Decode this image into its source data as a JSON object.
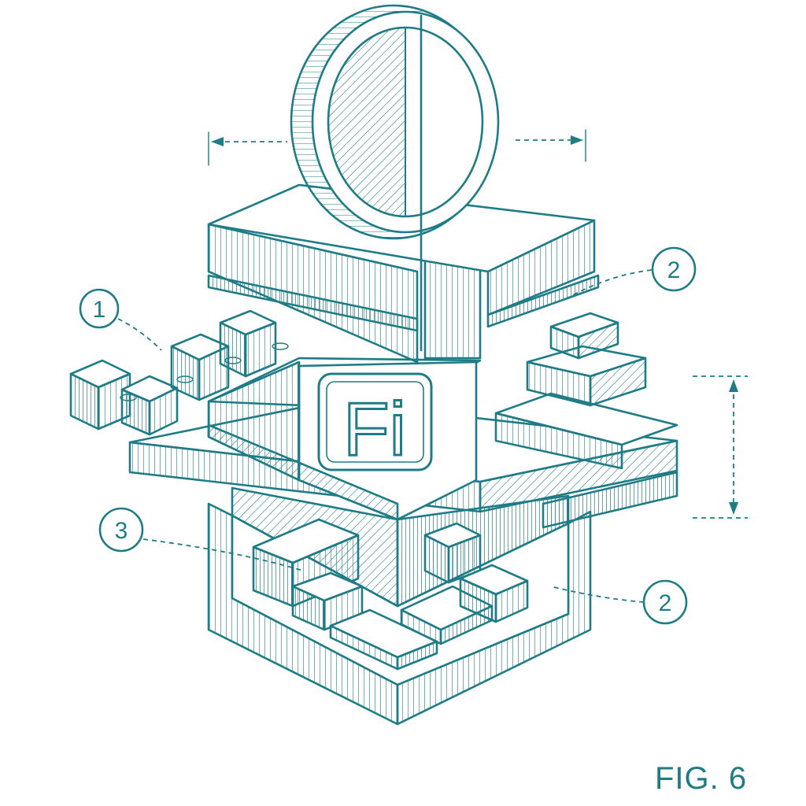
{
  "diagram": {
    "badge_label": "Fi",
    "figure_label": "FIG. 6",
    "callouts": [
      "1",
      "2",
      "2",
      "3"
    ],
    "ink_color": "#1f7c86",
    "background_color": "#ffffff",
    "icons": [
      "coin-icon",
      "dimension-arrow-icon"
    ]
  }
}
